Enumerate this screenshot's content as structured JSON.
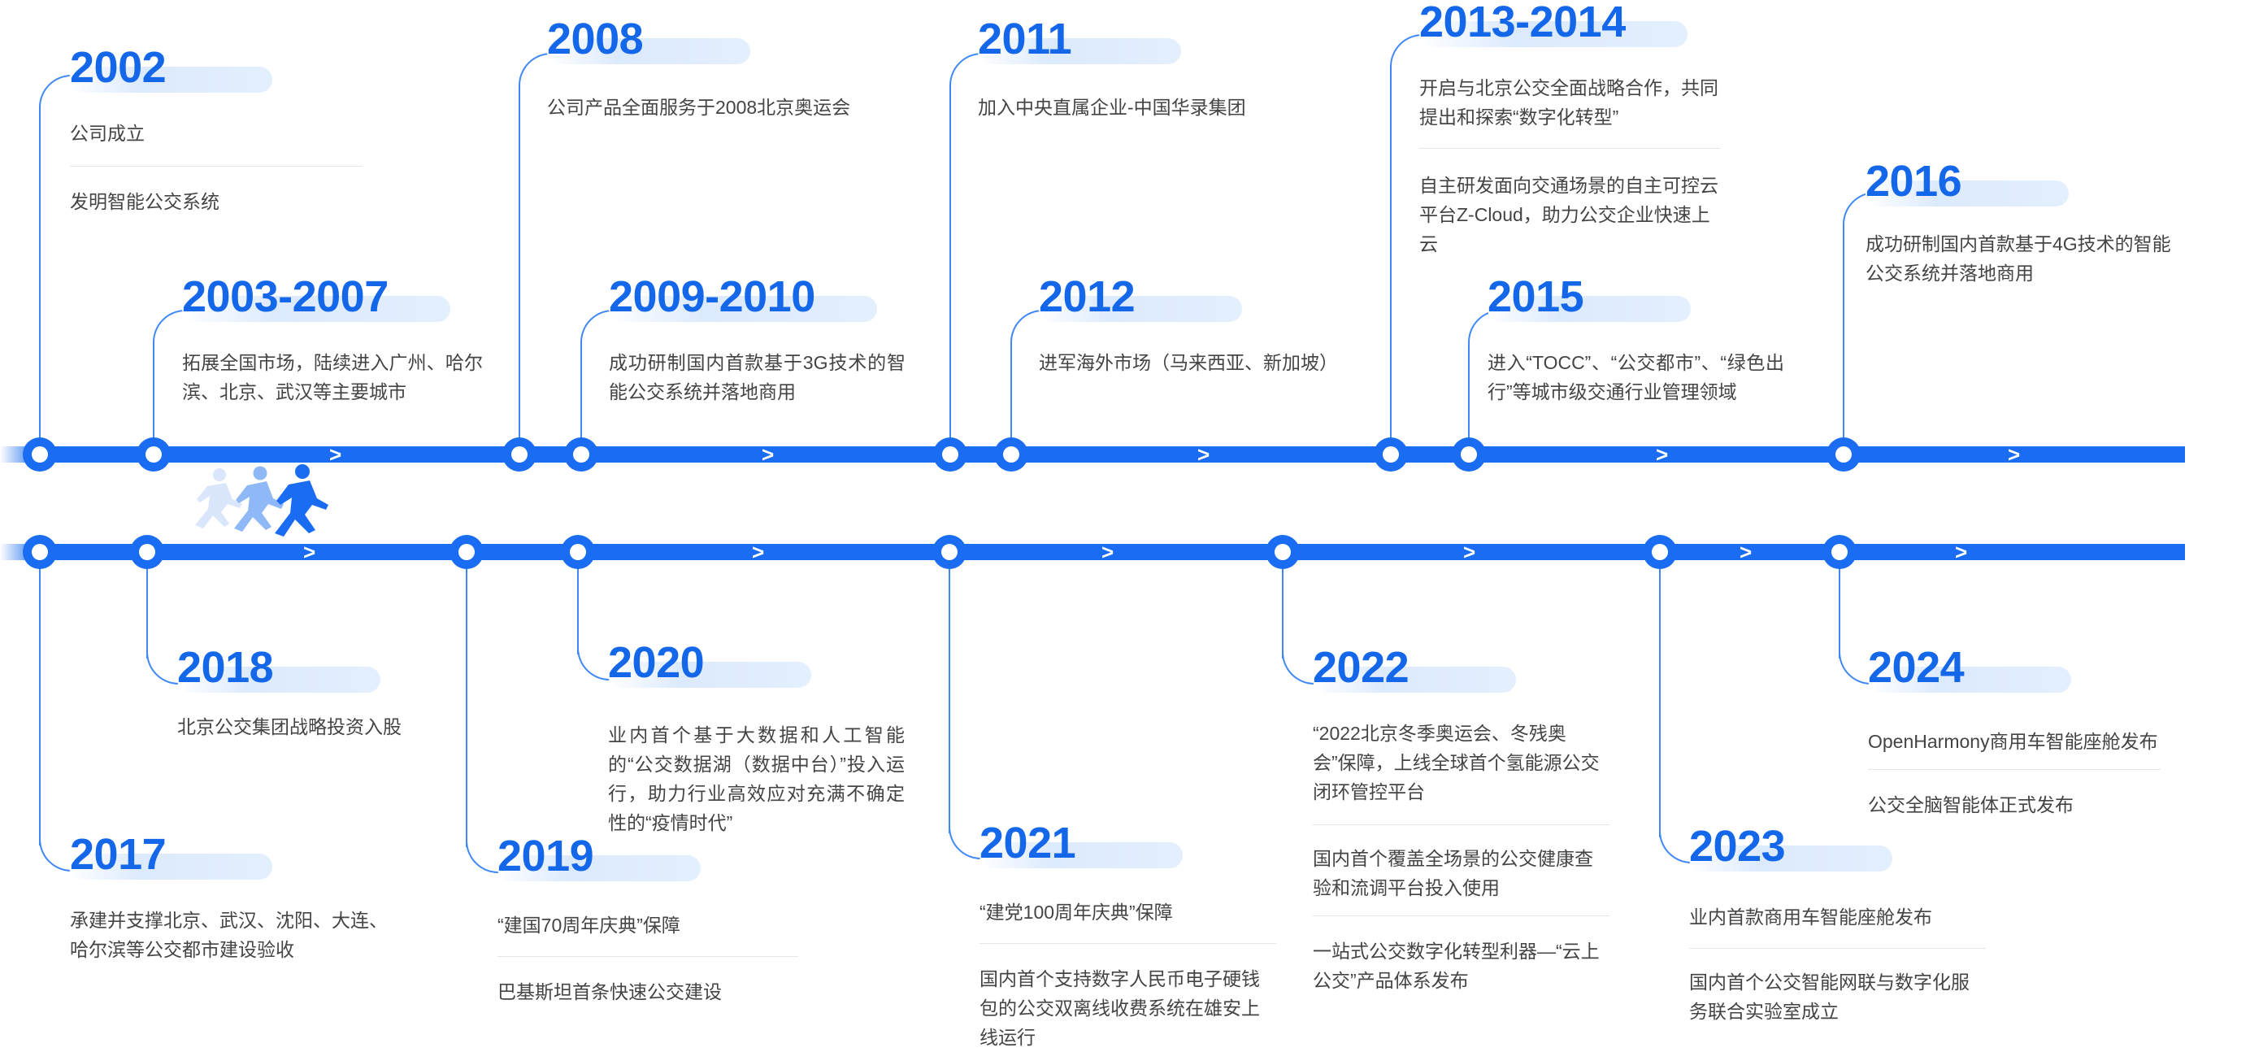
{
  "accent_color": "#1a6df2",
  "row1": {
    "arrows": [
      ">",
      ">",
      ">",
      ">",
      ">"
    ],
    "events": [
      {
        "year": "2002",
        "items": [
          "公司成立",
          "发明智能公交系统"
        ]
      },
      {
        "year": "2003-2007",
        "items": [
          "拓展全国市场，陆续进入广州、哈尔滨、北京、武汉等主要城市"
        ]
      },
      {
        "year": "2008",
        "items": [
          "公司产品全面服务于2008北京奥运会"
        ]
      },
      {
        "year": "2009-2010",
        "items": [
          "成功研制国内首款基于3G技术的智能公交系统并落地商用"
        ]
      },
      {
        "year": "2011",
        "items": [
          "加入中央直属企业-中国华录集团"
        ]
      },
      {
        "year": "2012",
        "items": [
          "进军海外市场（马来西亚、新加坡）"
        ]
      },
      {
        "year": "2013-2014",
        "items": [
          "开启与北京公交全面战略合作，共同提出和探索“数字化转型”",
          "自主研发面向交通场景的自主可控云平台Z-Cloud，助力公交企业快速上云"
        ]
      },
      {
        "year": "2015",
        "items": [
          "进入“TOCC”、“公交都市”、“绿色出行”等城市级交通行业管理领域"
        ]
      },
      {
        "year": "2016",
        "items": [
          "成功研制国内首款基于4G技术的智能公交系统并落地商用"
        ]
      }
    ]
  },
  "row2": {
    "arrows": [
      ">",
      ">",
      ">",
      ">",
      ">",
      ">",
      ">"
    ],
    "runner_icon": "running-people-icon",
    "events": [
      {
        "year": "2017",
        "items": [
          "承建并支撑北京、武汉、沈阳、大连、哈尔滨等公交都市建设验收"
        ]
      },
      {
        "year": "2018",
        "items": [
          "北京公交集团战略投资入股"
        ]
      },
      {
        "year": "2019",
        "items": [
          "“建国70周年庆典”保障",
          "巴基斯坦首条快速公交建设"
        ]
      },
      {
        "year": "2020",
        "items": [
          "业内首个基于大数据和人工智能的“公交数据湖（数据中台）”投入运行，助力行业高效应对充满不确定性的“疫情时代”"
        ]
      },
      {
        "year": "2021",
        "items": [
          "“建党100周年庆典”保障",
          "国内首个支持数字人民币电子硬钱包的公交双离线收费系统在雄安上线运行"
        ]
      },
      {
        "year": "2022",
        "items": [
          "“2022北京冬季奥运会、冬残奥会”保障，上线全球首个氢能源公交闭环管控平台",
          "国内首个覆盖全场景的公交健康查验和流调平台投入使用",
          "一站式公交数字化转型利器—“云上公交”产品体系发布"
        ]
      },
      {
        "year": "2023",
        "items": [
          "业内首款商用车智能座舱发布",
          "国内首个公交智能网联与数字化服务联合实验室成立"
        ]
      },
      {
        "year": "2024",
        "items": [
          "OpenHarmony商用车智能座舱发布",
          "公交全脑智能体正式发布"
        ]
      }
    ]
  }
}
